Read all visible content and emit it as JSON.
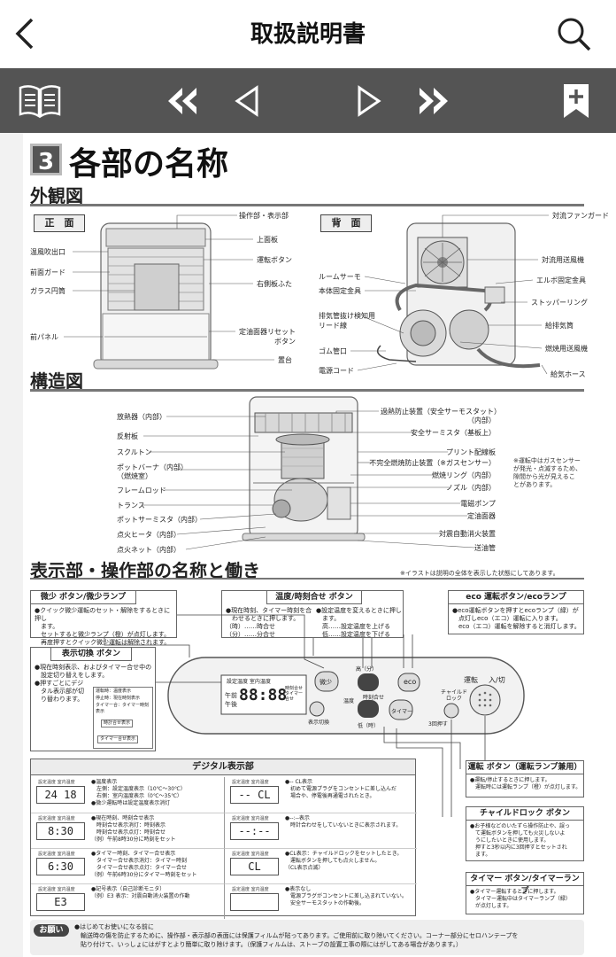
{
  "app": {
    "title": "取扱説明書"
  },
  "toolbar": {
    "icons": [
      "book-icon",
      "fast-rewind-icon",
      "prev-icon",
      "next-icon",
      "fast-forward-icon",
      "bookmark-add-icon"
    ]
  },
  "doc": {
    "section_number": "3",
    "section_title": "各部の名称",
    "exterior": {
      "heading": "外観図",
      "front_tag": "正　面",
      "back_tag": "背　面",
      "front_left_labels": [
        "温風吹出口",
        "前面ガード",
        "ガラス円筒",
        "前パネル"
      ],
      "front_right_labels": [
        "操作部・表示部",
        "上面板",
        "運転ボタン",
        "右側板ふた",
        "定油面器リセット",
        "ボタン",
        "置台"
      ],
      "back_left_labels": [
        "ルームサーモ",
        "本体固定金具",
        "排気管抜け検知用",
        "リード線",
        "ゴム管口",
        "電源コード"
      ],
      "back_right_labels": [
        "対流ファンガード",
        "対流用送風機",
        "エルボ固定金具",
        "ストッパーリング",
        "給排気筒",
        "燃焼用送風機",
        "給気ホース"
      ]
    },
    "structure": {
      "heading": "構造図",
      "left_labels": [
        "放熱器（内部）",
        "反射板",
        "スクルトン",
        "ポットバーナ（内部）",
        "（燃焼室）",
        "フレームロッド",
        "トランス",
        "ポットサーミスタ（内部）",
        "点火ヒータ（内部）",
        "点火ネット（内部）"
      ],
      "right_labels": [
        "過熱防止装置（安全サーモスタット）",
        "（内部）",
        "安全サーミスタ（基板上）",
        "プリント配線板",
        "不完全燃焼防止装置（※ガスセンサー）",
        "燃焼リング（内部）",
        "ノズル（内部）",
        "電磁ポンプ",
        "定油面器",
        "対震自動消火装置",
        "送油管"
      ],
      "side_note": "※運転中はガスセンサー\nが発光・点滅するため、\n隙間から光が見えるこ\nとがあります。"
    },
    "panel": {
      "heading": "表示部・操作部の名称と働き",
      "illustration_note": "※イラストは説明の全体を表示した状態にしてあります。",
      "boxes": {
        "bishou": {
          "title": "微少 ボタン/微少ランプ",
          "text": "●クイック微少運転のセット・解除をするときに押し\n　ます。\n　セットすると微少ランプ（橙）が点灯します。\n　再度押すとクイック微少運転は解除されます。"
        },
        "ondo": {
          "title": "温度/時刻合せ ボタン",
          "text_left": "●現在時刻、タイマー時刻を合\n　わせるときに押します。\n（時）……時合せ\n（分）……分合せ",
          "text_right": "●設定温度を変えるときに押し\n　ます。\n　高……設定温度を上げる\n　低……設定温度を下げる"
        },
        "eco": {
          "title": "eco 運転ボタン/ecoランプ",
          "text": "●eco運転ボタンを押すとecoランプ（緑）が\n　点灯しeco（エコ）運転に入ります。\n　eco（エコ）運転を解除すると消灯します。"
        },
        "hyouji": {
          "title": "表示切換 ボタン",
          "text": "●現在時刻表示、およびタイマー合せ中の\n　設定切り替えをします。\n●押すごとにデジ\n　タル表示部が切\n　り替わります。",
          "flow": [
            "運転時：温度表示",
            "停止時：現在時刻表示",
            "タイマー合：タイマー時刻表示",
            "時計合せ表示",
            "タイマー合せ表示"
          ]
        },
        "unten": {
          "title": "運転 ボタン（運転ランプ兼用）",
          "text": "●運転/停止するときに押します。\n　運転時には運転ランプ（橙）が点灯します。"
        },
        "child": {
          "title": "チャイルドロック ボタン",
          "text": "●お子様などのいたずら操作防止や、誤っ\n　て運転ボタンを押しても火災しないよ\n　うにしたいときに使用します。\n　押すと3秒以内に3回押すとセットされ\n　ます。"
        },
        "timer": {
          "title": "タイマー ボタン/タイマーランプ",
          "text": "●タイマー運転するときに押します。\n　タイマー運転中はタイマーランプ（緑）\n　が点灯します。"
        }
      },
      "controls": {
        "lcd_top": "設定温度 室内温度",
        "lcd_left_1": "午前",
        "lcd_left_2": "午後",
        "lcd_digits": "88:88",
        "lcd_right": "時刻合せ\nタイマー\n合せ",
        "bishou": "微少",
        "high": "高（分）",
        "eco": "eco",
        "hyouji": "表示切換",
        "ondo": "温度",
        "jikoku": "時刻合せ",
        "low": "低（時）",
        "timer": "タイマー",
        "child": "チャイルド\nロック",
        "three": "3回押す",
        "unten": "運転",
        "iri": "入/切"
      },
      "digital": {
        "title": "デジタル表示部",
        "cells": [
          {
            "lcd": "24 18",
            "text": "●温度表示\n　左側：設定温度表示（10℃～30℃）\n　右側：室内温度表示（0℃～35℃）\n●微少運転時は設定温度表示消灯"
          },
          {
            "lcd": "-- CL",
            "text": "●-- CL表示\n　初めて電源プラグをコンセントに差し込んだ\n　場合や、停電後再通電されたとき。"
          },
          {
            "lcd": "8:30",
            "text": "●現在時刻、時刻合せ表示\n　時刻合せ表示消灯：時刻表示\n　時刻合せ表示点灯：時刻合せ\n（例）午前8時30分に時刻をセット"
          },
          {
            "lcd": "--:--",
            "text": "●--:--表示\n　時計合わせをしていないときに表示されます。"
          },
          {
            "lcd": "6:30",
            "text": "●タイマー時刻、タイマー合せ表示\n　タイマー合せ表示消灯：タイマー時刻\n　タイマー合せ表示点灯：タイマー合せ\n（例）午前6時30分にタイマー時刻をセット"
          },
          {
            "lcd": "CL",
            "text": "●CL表示：チャイルドロックをセットしたとき。\n　運転ボタンを押しても点火しません。\n（CL表示点滅）"
          },
          {
            "lcd": "E3",
            "text": "●記号表示（自己診断モニタ）\n（例）E3 表示：対震自動消火装置の作動"
          },
          {
            "lcd": "",
            "text": "●表示なし\n　電源プラグがコンセントに差し込まれていない。\n　安全サーモスタットの作動後。"
          }
        ]
      }
    },
    "footer": {
      "badge": "お願い",
      "text": "●はじめてお使いになる前に\n　輸送時の傷を防止するために、操作部・表示部の表面には保護フィルムが貼ってあります。ご使用前に取り除いてください。コーナー部分にセロハンテープを\n　貼り付けて、いっしょにはがすとより簡単に取り除けます。（保護フィルムは、ストーブの設置工事の際にはがしてある場合があります。）"
    }
  }
}
